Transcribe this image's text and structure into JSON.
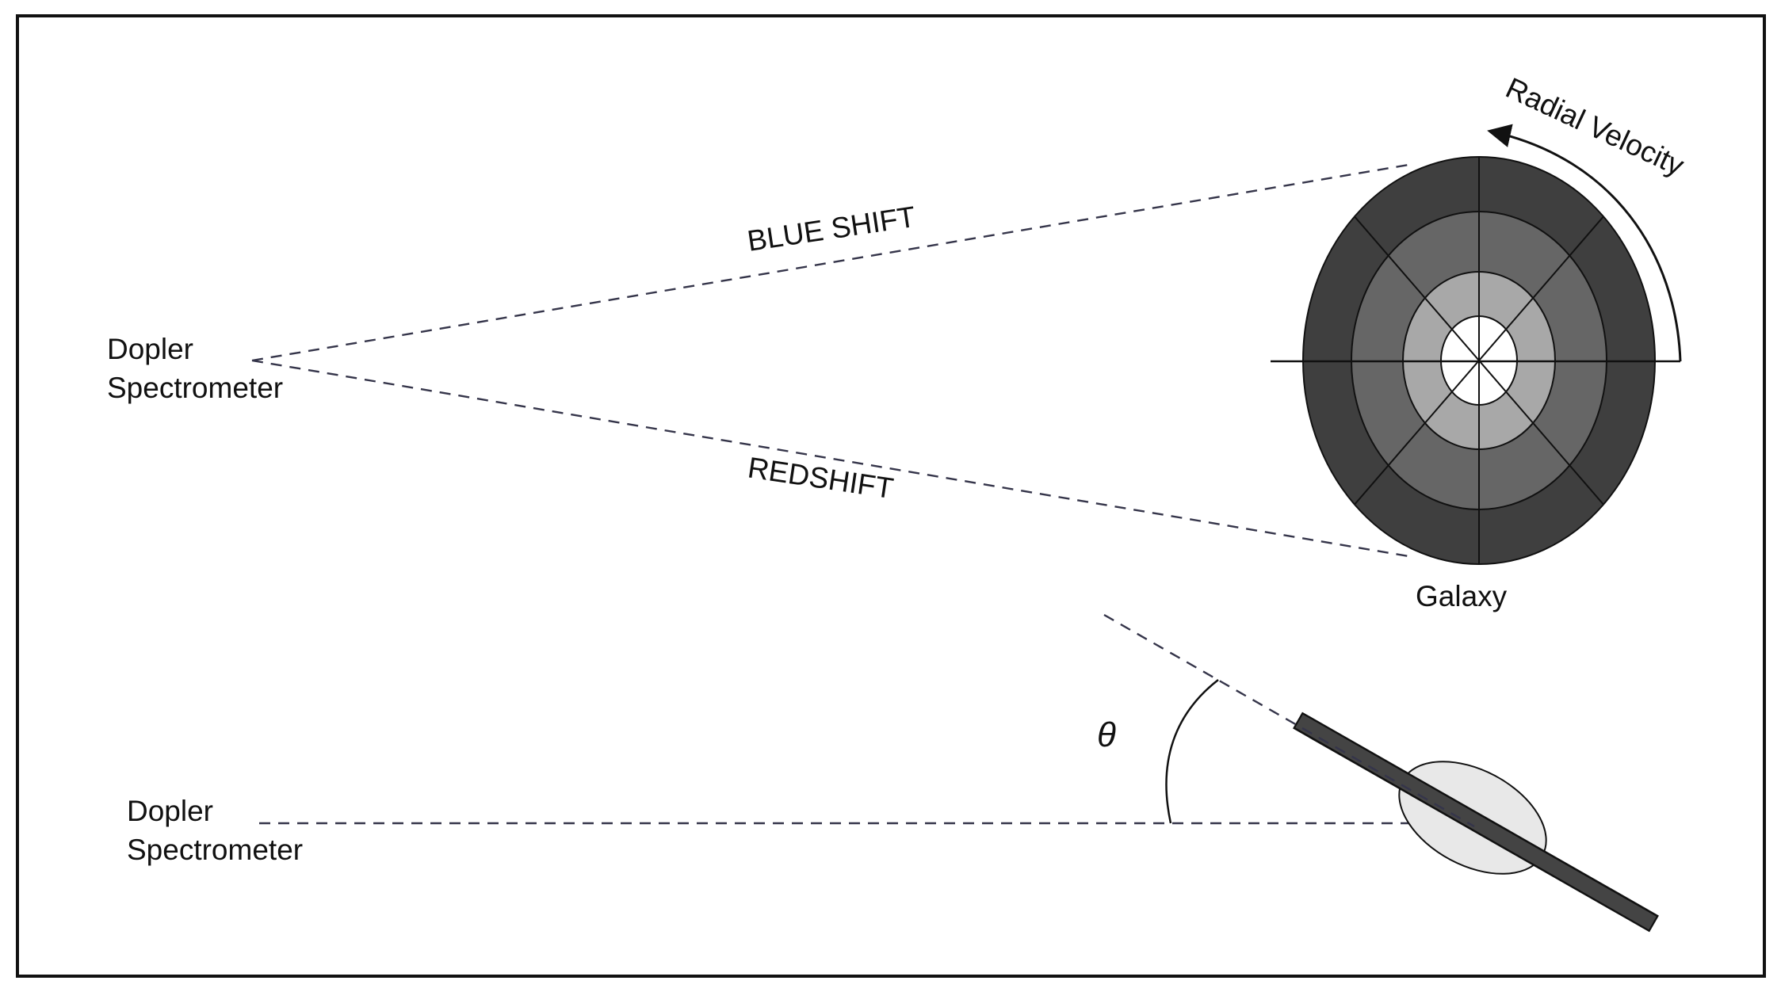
{
  "diagram": {
    "top": {
      "observer_line1": "Dopler",
      "observer_line2": "Spectrometer",
      "blue_shift_label": "BLUE SHIFT",
      "redshift_label": "REDSHIFT",
      "rotation_label": "Radial Velocity",
      "galaxy_label": "Galaxy"
    },
    "bottom": {
      "observer_line1": "Dopler",
      "observer_line2": "Spectrometer",
      "angle_label": "θ"
    }
  }
}
